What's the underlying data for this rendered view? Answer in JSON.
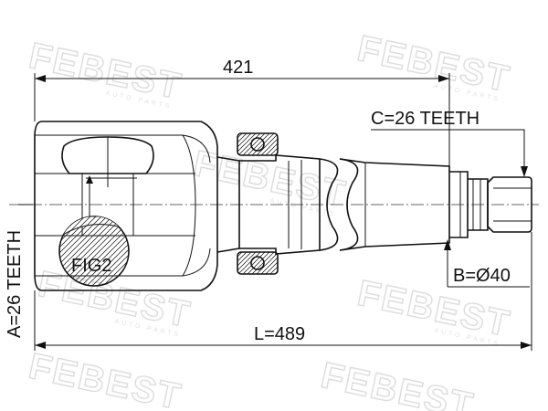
{
  "watermark": {
    "brand": "FEBEST",
    "tagline": "AUTO PARTS"
  },
  "dimensions": {
    "overall_length": "L=489",
    "partial_length": "421",
    "inner_teeth": "A=26 TEETH",
    "outer_teeth": "C=26 TEETH",
    "diameter": "B=Ø40"
  },
  "figure_label": "FIG2"
}
